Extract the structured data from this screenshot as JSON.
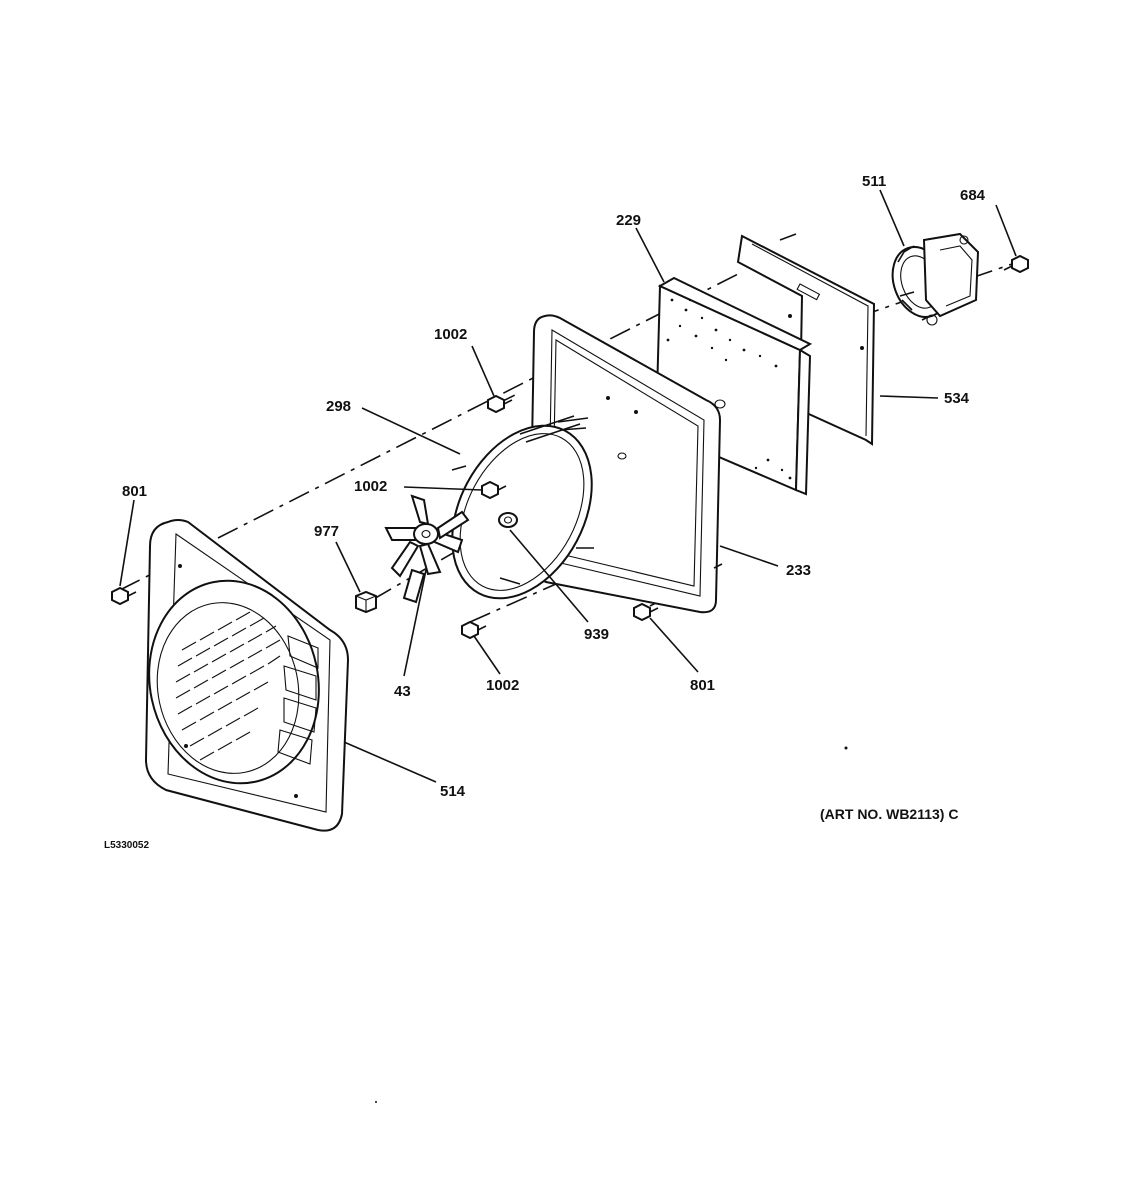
{
  "parts": {
    "p511": "511",
    "p684": "684",
    "p229": "229",
    "p534": "534",
    "p1002_top": "1002",
    "p298": "298",
    "p1002_mid": "1002",
    "p801_left": "801",
    "p977": "977",
    "p233": "233",
    "p939": "939",
    "p43": "43",
    "p1002_bottom": "1002",
    "p801_right": "801",
    "p514": "514"
  },
  "art_number": "(ART NO. WB2113) C",
  "drawing_code": "L5330052"
}
